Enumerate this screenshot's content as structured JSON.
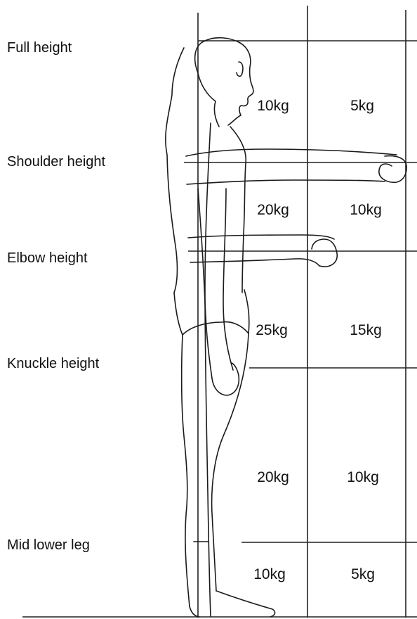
{
  "levels": [
    {
      "key": "full",
      "label": "Full height"
    },
    {
      "key": "shoulder",
      "label": "Shoulder height"
    },
    {
      "key": "elbow",
      "label": "Elbow height"
    },
    {
      "key": "knuckle",
      "label": "Knuckle height"
    },
    {
      "key": "midleg",
      "label": "Mid lower leg"
    }
  ],
  "zones": [
    {
      "key": "full_shoulder",
      "close": "10kg",
      "far": "5kg"
    },
    {
      "key": "shoulder_elbow",
      "close": "20kg",
      "far": "10kg"
    },
    {
      "key": "elbow_knuckle",
      "close": "25kg",
      "far": "15kg"
    },
    {
      "key": "knuckle_midleg",
      "close": "20kg",
      "far": "10kg"
    },
    {
      "key": "midleg_floor",
      "close": "10kg",
      "far": "5kg"
    }
  ],
  "colors": {
    "line": "#222222",
    "text": "#111111",
    "background": "#ffffff"
  }
}
